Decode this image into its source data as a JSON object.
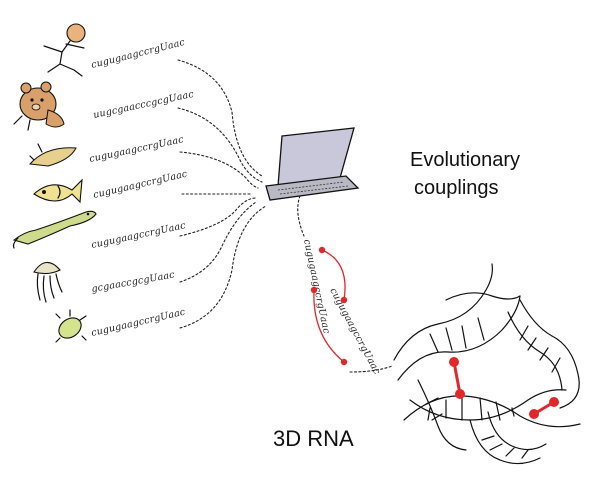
{
  "labels": {
    "evolutionary_1": "Evolutionary",
    "evolutionary_2": "couplings",
    "rna3d": "3D RNA"
  },
  "sequences": [
    {
      "organism": "human-icon",
      "text": "cugugaagccrgUaac"
    },
    {
      "organism": "bear-icon",
      "text": "uugcgaacccgcgUaac"
    },
    {
      "organism": "leaf-organism-icon",
      "text": "cugugaagccrgUaac"
    },
    {
      "organism": "fish-icon",
      "text": "cugugaagccrgUaac"
    },
    {
      "organism": "worm-icon",
      "text": "cugugaagccrgUaac"
    },
    {
      "organism": "jellyfish-icon",
      "text": "gcgaaccgcgUaac"
    },
    {
      "organism": "microbe-icon",
      "text": "cugugaagccrgUaac"
    }
  ],
  "aligned_sequence": {
    "part1": "cugugaagccrgUaac",
    "part2": "cugugaagccrgUaac"
  },
  "colors": {
    "ink": "#111111",
    "coupling": "#e0282a",
    "human_head": "#e8b37c",
    "bear": "#d9a06a",
    "leaf": "#e7cf8e",
    "fish": "#f0e293",
    "worm": "#cddb8a",
    "jellyfish": "#e9e3c8",
    "microbe": "#d3e48c",
    "laptop_screen": "#c9c7da",
    "laptop_base": "#b9b9c4"
  }
}
